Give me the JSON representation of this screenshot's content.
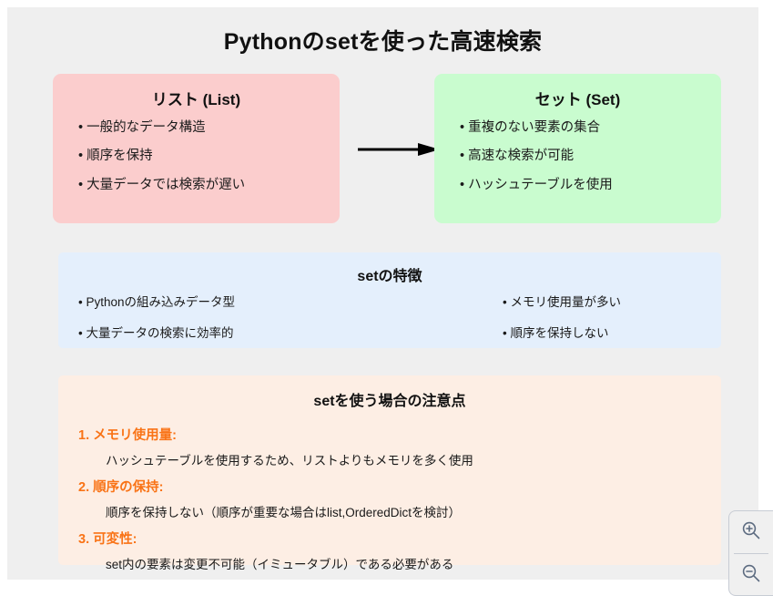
{
  "slide": {
    "title": "Pythonのsetを使った高速検索",
    "background_color": "#efefef"
  },
  "comparison": {
    "arrow_icon": "right-arrow-icon",
    "list_card": {
      "title": "リスト (List)",
      "color": "#fbcdcd",
      "bullets": [
        "• 一般的なデータ構造",
        "• 順序を保持",
        "• 大量データでは検索が遅い"
      ]
    },
    "set_card": {
      "title": "セット (Set)",
      "color": "#c9fccf",
      "bullets": [
        "• 重複のない要素の集合",
        "• 高速な検索が可能",
        "• ハッシュテーブルを使用"
      ]
    }
  },
  "features": {
    "title": "setの特徴",
    "color": "#e4effc",
    "left_column": [
      "• Pythonの組み込みデータ型",
      "• 大量データの検索に効率的"
    ],
    "right_column": [
      "• メモリ使用量が多い",
      "• 順序を保持しない"
    ]
  },
  "notes": {
    "title": "setを使う場合の注意点",
    "color": "#fdeee4",
    "accent_color": "#f97316",
    "items": [
      {
        "heading": "1. メモリ使用量:",
        "body": "ハッシュテーブルを使用するため、リストよりもメモリを多く使用"
      },
      {
        "heading": "2. 順序の保持:",
        "body": "順序を保持しない（順序が重要な場合はlist,OrderedDictを検討）"
      },
      {
        "heading": "3. 可変性:",
        "body": "set内の要素は変更不可能（イミュータブル）である必要がある"
      }
    ]
  },
  "zoom_control": {
    "zoom_in_icon": "zoom-in-icon",
    "zoom_out_icon": "zoom-out-icon"
  }
}
